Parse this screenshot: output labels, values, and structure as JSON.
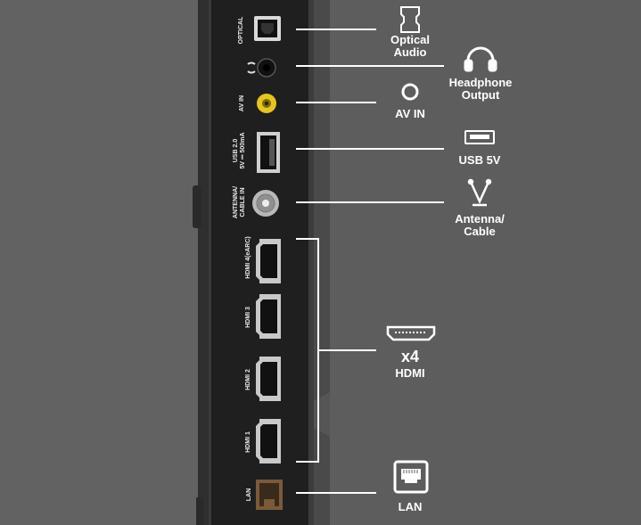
{
  "ports": {
    "optical": "OPTICAL",
    "av_in": "AV IN",
    "usb_line1": "USB 2.0",
    "usb_line2": "5V ⎓ 500mA",
    "antenna_line1": "ANTENNA/",
    "antenna_line2": "CABLE IN",
    "hdmi4": "HDMI 4(eARC)",
    "hdmi3": "HDMI 3",
    "hdmi2": "HDMI 2",
    "hdmi1": "HDMI 1",
    "lan": "LAN"
  },
  "callouts": {
    "optical_line1": "Optical",
    "optical_line2": "Audio",
    "headphone_line1": "Headphone",
    "headphone_line2": "Output",
    "av_in": "AV IN",
    "usb": "USB 5V",
    "antenna_line1": "Antenna/",
    "antenna_line2": "Cable",
    "hdmi_count": "x4",
    "hdmi": "HDMI",
    "lan": "LAN"
  },
  "icons": [
    "optical-audio-icon",
    "headphones-icon",
    "av-in-icon",
    "usb-icon",
    "antenna-icon",
    "hdmi-icon",
    "ethernet-icon"
  ],
  "colors": {
    "background": "#5d5d5d",
    "panel": "#1f1f20",
    "av_in_yellow": "#e6c619",
    "label": "#ffffff"
  }
}
